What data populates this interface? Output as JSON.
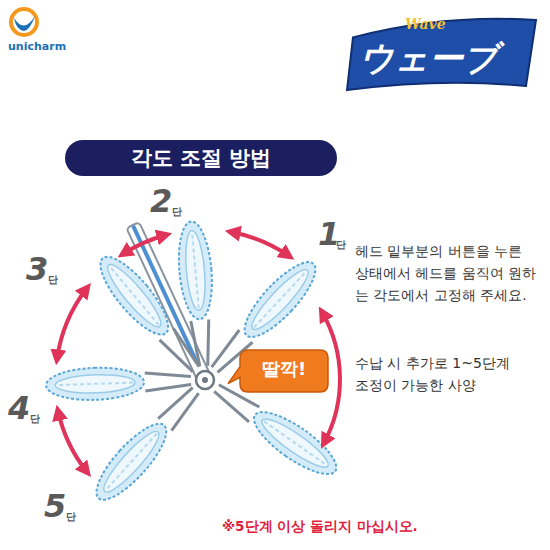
{
  "diagram": {
    "title": "각도 조절 방법",
    "nodes": [
      {
        "text": [
          "Wave",
          "ウェーブ"
        ]
      },
      {
        "text": [
          "딸깍!"
        ]
      }
    ],
    "labels": [
      "unicharm",
      "2",
      "단",
      "1",
      "단",
      "3",
      "단",
      "4",
      "단",
      "5",
      "단",
      "헤드 밑부분의 버튼을 누른 상태에서 헤드를 움직여 원하는 각도에서 고정해 주세요.",
      "수납 시 추가로 1~5단계 조정이 가능한 사양",
      "※5단계 이상 돌리지 마십시오."
    ]
  }
}
